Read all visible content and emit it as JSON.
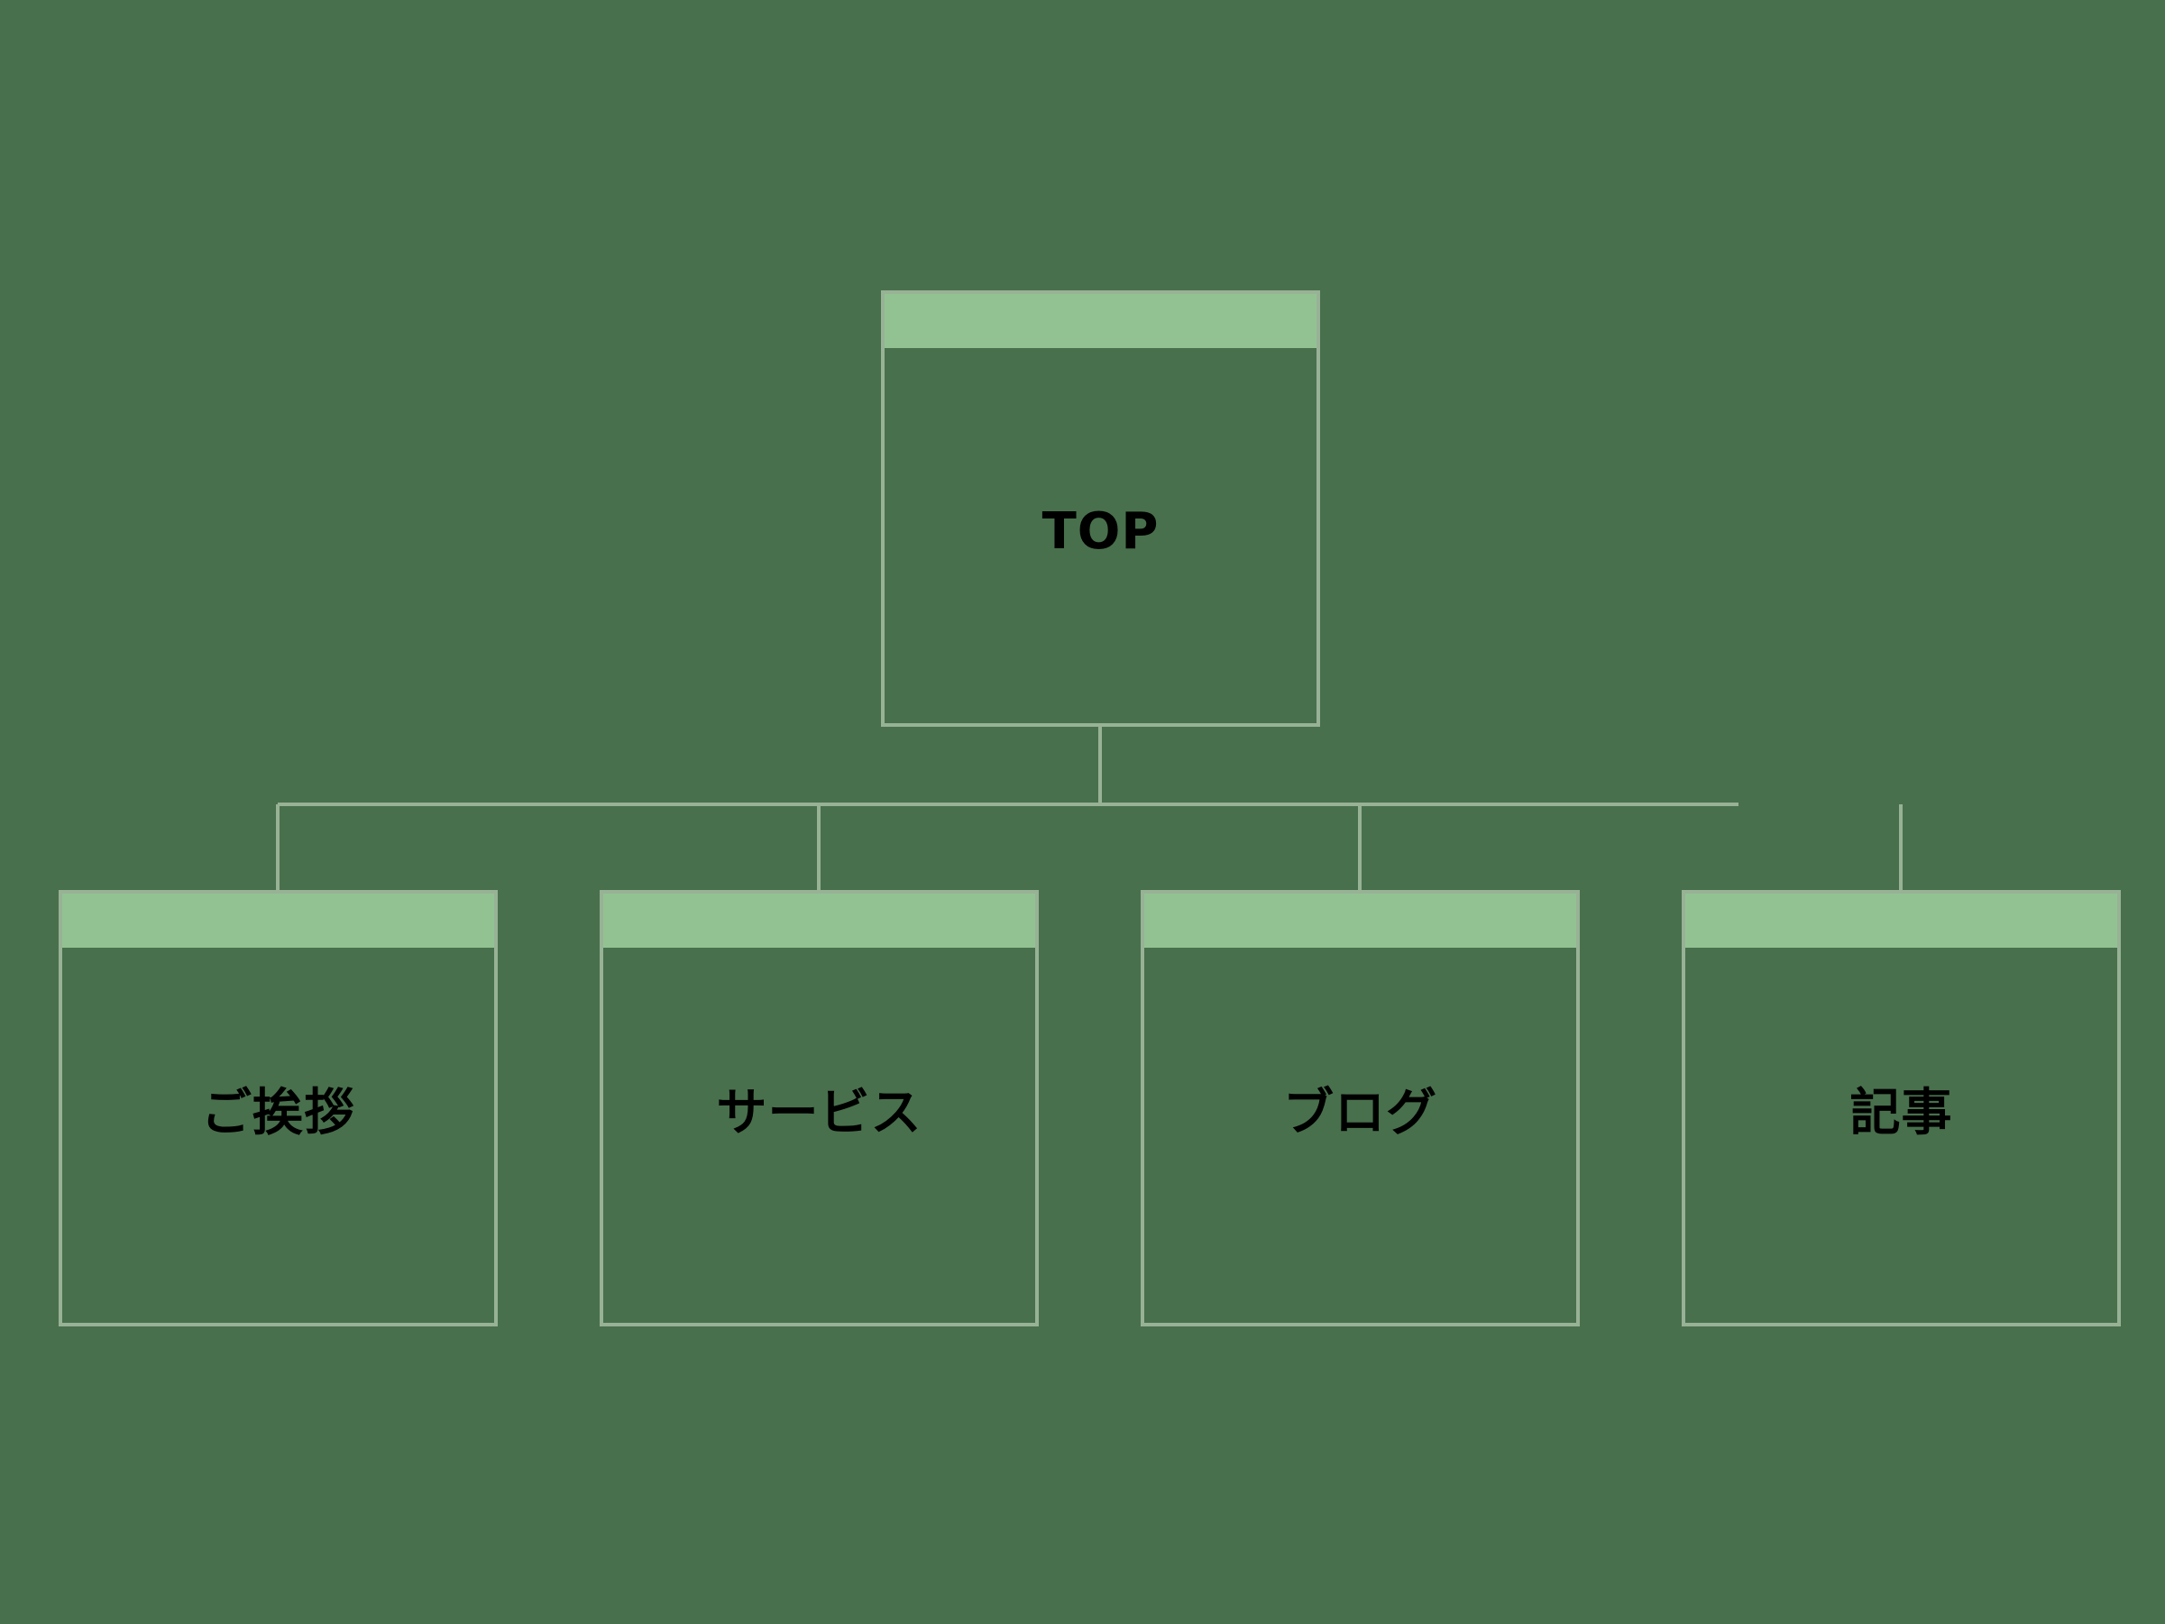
{
  "colors": {
    "background": "#48704c",
    "box_border": "#98b296",
    "box_header": "#92c292",
    "connector": "#98b296",
    "label_text": "#000000"
  },
  "root": {
    "label": "TOP"
  },
  "children": [
    {
      "label": "ご挨拶"
    },
    {
      "label": "サービス"
    },
    {
      "label": "ブログ"
    },
    {
      "label": "記事"
    }
  ]
}
